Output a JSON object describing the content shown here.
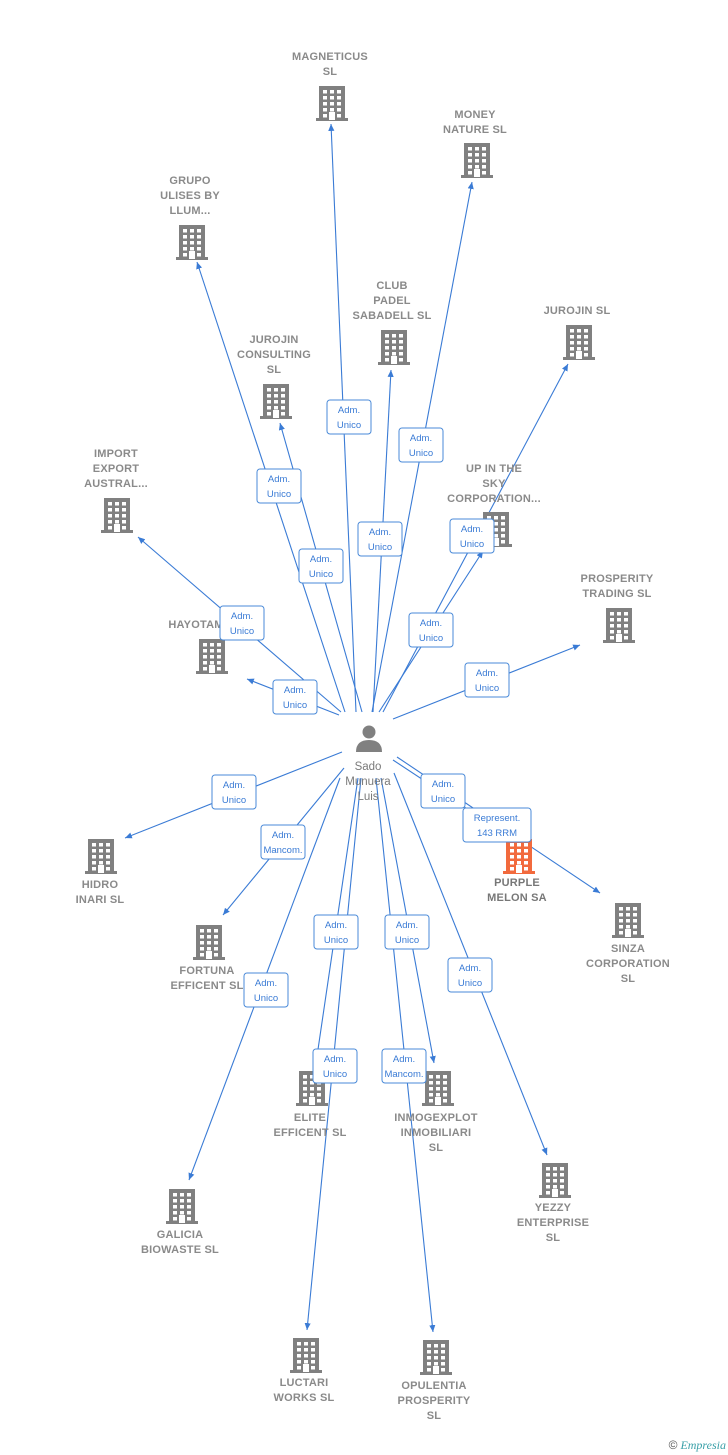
{
  "center": {
    "lines": [
      "Sado",
      "Munuera",
      "Luis"
    ]
  },
  "nodes": [
    {
      "id": "magneticus",
      "lines": [
        "MAGNETICUS",
        "SL"
      ],
      "highlight": false
    },
    {
      "id": "money-nature",
      "lines": [
        "MONEY",
        "NATURE  SL"
      ],
      "highlight": false
    },
    {
      "id": "grupo-ulises",
      "lines": [
        "GRUPO",
        "ULISES BY",
        "LLUM..."
      ],
      "highlight": false
    },
    {
      "id": "club-padel",
      "lines": [
        "CLUB",
        "PADEL",
        "SABADELL  SL"
      ],
      "highlight": false
    },
    {
      "id": "jurojin-sl",
      "lines": [
        "JUROJIN  SL"
      ],
      "highlight": false
    },
    {
      "id": "jurojin-consulting",
      "lines": [
        "JUROJIN",
        "CONSULTING",
        "SL"
      ],
      "highlight": false
    },
    {
      "id": "import-export",
      "lines": [
        "IMPORT",
        "EXPORT",
        "AUSTRAL..."
      ],
      "highlight": false
    },
    {
      "id": "up-in-the-sky",
      "lines": [
        "UP IN THE",
        "SKY",
        "CORPORATION..."
      ],
      "highlight": false
    },
    {
      "id": "prosperity-trading",
      "lines": [
        "PROSPERITY",
        "TRADING  SL"
      ],
      "highlight": false
    },
    {
      "id": "hayotama",
      "lines": [
        "HAYOTAM"
      ],
      "highlight": false
    },
    {
      "id": "hidro-inari",
      "lines": [
        "HIDRO",
        "INARI  SL"
      ],
      "highlight": false
    },
    {
      "id": "purple-melon",
      "lines": [
        "PURPLE",
        "MELON SA"
      ],
      "highlight": true
    },
    {
      "id": "sinza",
      "lines": [
        "SINZA",
        "CORPORATION",
        "SL"
      ],
      "highlight": false
    },
    {
      "id": "fortuna",
      "lines": [
        "FORTUNA",
        "EFFICENT  SL"
      ],
      "highlight": false
    },
    {
      "id": "elite-efficent",
      "lines": [
        "ELITE",
        "EFFICENT  SL"
      ],
      "highlight": false
    },
    {
      "id": "inmogexplot",
      "lines": [
        "INMOGEXPLOT",
        "INMOBILIARI",
        "SL"
      ],
      "highlight": false
    },
    {
      "id": "yezzy",
      "lines": [
        "YEZZY",
        "ENTERPRISE",
        "SL"
      ],
      "highlight": false
    },
    {
      "id": "galicia",
      "lines": [
        "GALICIA",
        "BIOWASTE  SL"
      ],
      "highlight": false
    },
    {
      "id": "luctari",
      "lines": [
        "LUCTARI",
        "WORKS  SL"
      ],
      "highlight": false
    },
    {
      "id": "opulentia",
      "lines": [
        "OPULENTIA",
        "PROSPERITY",
        "SL"
      ],
      "highlight": false
    }
  ],
  "edges": [
    {
      "target": "magneticus",
      "lines": [
        "Adm.",
        "Unico"
      ]
    },
    {
      "target": "money-nature",
      "lines": [
        "Adm.",
        "Unico"
      ]
    },
    {
      "target": "grupo-ulises",
      "lines": [
        "Adm.",
        "Unico"
      ]
    },
    {
      "target": "club-padel",
      "lines": [
        "Adm.",
        "Unico"
      ]
    },
    {
      "target": "jurojin-sl",
      "lines": [
        "Adm.",
        "Unico"
      ]
    },
    {
      "target": "jurojin-consulting",
      "lines": [
        "Adm.",
        "Unico"
      ]
    },
    {
      "target": "import-export",
      "lines": [
        "Adm.",
        "Unico"
      ]
    },
    {
      "target": "up-in-the-sky",
      "lines": [
        "Adm.",
        "Unico"
      ]
    },
    {
      "target": "prosperity-trading",
      "lines": [
        "Adm.",
        "Unico"
      ]
    },
    {
      "target": "hayotama",
      "lines": [
        "Adm.",
        "Unico"
      ]
    },
    {
      "target": "hidro-inari",
      "lines": [
        "Adm.",
        "Unico"
      ]
    },
    {
      "target": "purple-melon",
      "lines": [
        "Represent.",
        "143 RRM"
      ]
    },
    {
      "target": "sinza",
      "lines": [
        "Adm.",
        "Unico"
      ]
    },
    {
      "target": "fortuna",
      "lines": [
        "Adm.",
        "Mancom."
      ]
    },
    {
      "target": "elite-efficent",
      "lines": [
        "Adm.",
        "Unico"
      ]
    },
    {
      "target": "inmogexplot",
      "lines": [
        "Adm.",
        "Unico"
      ]
    },
    {
      "target": "yezzy",
      "lines": [
        "Adm.",
        "Unico"
      ]
    },
    {
      "target": "galicia",
      "lines": [
        "Adm.",
        "Unico"
      ]
    },
    {
      "target": "luctari",
      "lines": [
        "Adm.",
        "Unico"
      ]
    },
    {
      "target": "opulentia",
      "lines": [
        "Adm.",
        "Mancom."
      ]
    }
  ],
  "footer": {
    "copyright": "©",
    "brand": "Empresia"
  },
  "colors": {
    "edge": "#3a7bd5",
    "building": "#808080",
    "highlight": "#f26a3d",
    "person": "#808080"
  }
}
